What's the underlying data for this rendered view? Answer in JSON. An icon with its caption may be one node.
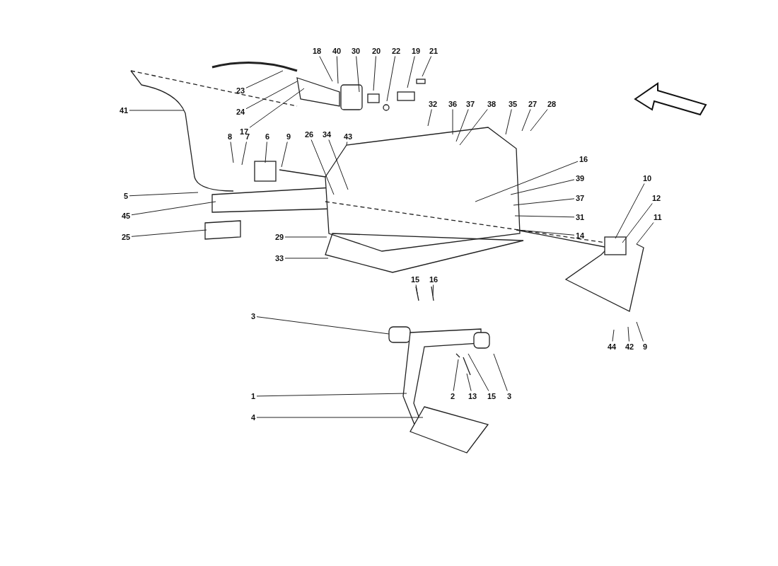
{
  "diagram": {
    "nodes": [
      {
        "text": [
          "18"
        ]
      },
      {
        "text": [
          "40"
        ]
      },
      {
        "text": [
          "30"
        ]
      },
      {
        "text": [
          "20"
        ]
      },
      {
        "text": [
          "22"
        ]
      },
      {
        "text": [
          "19"
        ]
      },
      {
        "text": [
          "21"
        ]
      },
      {
        "text": [
          "23"
        ]
      },
      {
        "text": [
          "24"
        ]
      },
      {
        "text": [
          "17"
        ]
      },
      {
        "text": [
          "41"
        ]
      },
      {
        "text": [
          "32"
        ]
      },
      {
        "text": [
          "36"
        ]
      },
      {
        "text": [
          "37"
        ]
      },
      {
        "text": [
          "38"
        ]
      },
      {
        "text": [
          "35"
        ]
      },
      {
        "text": [
          "27"
        ]
      },
      {
        "text": [
          "28"
        ]
      },
      {
        "text": [
          "8"
        ]
      },
      {
        "text": [
          "7"
        ]
      },
      {
        "text": [
          "6"
        ]
      },
      {
        "text": [
          "9"
        ]
      },
      {
        "text": [
          "26"
        ]
      },
      {
        "text": [
          "34"
        ]
      },
      {
        "text": [
          "43"
        ]
      },
      {
        "text": [
          "16"
        ]
      },
      {
        "text": [
          "39"
        ]
      },
      {
        "text": [
          "37"
        ]
      },
      {
        "text": [
          "31"
        ]
      },
      {
        "text": [
          "14"
        ]
      },
      {
        "text": [
          "10"
        ]
      },
      {
        "text": [
          "12"
        ]
      },
      {
        "text": [
          "11"
        ]
      },
      {
        "text": [
          "5"
        ]
      },
      {
        "text": [
          "45"
        ]
      },
      {
        "text": [
          "25"
        ]
      },
      {
        "text": [
          "29"
        ]
      },
      {
        "text": [
          "33"
        ]
      },
      {
        "text": [
          "15"
        ]
      },
      {
        "text": [
          "16"
        ]
      },
      {
        "text": [
          "3"
        ]
      },
      {
        "text": [
          "44"
        ]
      },
      {
        "text": [
          "42"
        ]
      },
      {
        "text": [
          "9"
        ]
      },
      {
        "text": [
          "2"
        ]
      },
      {
        "text": [
          "13"
        ]
      },
      {
        "text": [
          "15"
        ]
      },
      {
        "text": [
          "3"
        ]
      },
      {
        "text": [
          "1"
        ]
      },
      {
        "text": [
          "4"
        ]
      }
    ],
    "edges": [
      {
        "from": 0,
        "to": null,
        "arrow": "none"
      },
      {
        "from": 1,
        "to": null,
        "arrow": "none"
      },
      {
        "from": 2,
        "to": null,
        "arrow": "none"
      },
      {
        "from": 3,
        "to": null,
        "arrow": "none"
      },
      {
        "from": 4,
        "to": null,
        "arrow": "none"
      },
      {
        "from": 5,
        "to": null,
        "arrow": "none"
      },
      {
        "from": 6,
        "to": null,
        "arrow": "none"
      },
      {
        "from": 7,
        "to": null,
        "arrow": "none"
      },
      {
        "from": 8,
        "to": null,
        "arrow": "none"
      },
      {
        "from": 9,
        "to": null,
        "arrow": "none"
      },
      {
        "from": 10,
        "to": null,
        "arrow": "none"
      },
      {
        "from": 11,
        "to": null,
        "arrow": "none"
      },
      {
        "from": 12,
        "to": null,
        "arrow": "none"
      },
      {
        "from": 13,
        "to": null,
        "arrow": "none"
      },
      {
        "from": 14,
        "to": null,
        "arrow": "none"
      },
      {
        "from": 15,
        "to": null,
        "arrow": "none"
      },
      {
        "from": 16,
        "to": null,
        "arrow": "none"
      },
      {
        "from": 17,
        "to": null,
        "arrow": "none"
      },
      {
        "from": 18,
        "to": null,
        "arrow": "none"
      },
      {
        "from": 19,
        "to": null,
        "arrow": "none"
      },
      {
        "from": 20,
        "to": null,
        "arrow": "none"
      },
      {
        "from": 21,
        "to": null,
        "arrow": "none"
      },
      {
        "from": 22,
        "to": null,
        "arrow": "none"
      },
      {
        "from": 23,
        "to": null,
        "arrow": "none"
      },
      {
        "from": 24,
        "to": null,
        "arrow": "none"
      },
      {
        "from": 25,
        "to": null,
        "arrow": "none"
      },
      {
        "from": 26,
        "to": null,
        "arrow": "none"
      },
      {
        "from": 27,
        "to": null,
        "arrow": "none"
      },
      {
        "from": 28,
        "to": null,
        "arrow": "none"
      },
      {
        "from": 29,
        "to": null,
        "arrow": "none"
      },
      {
        "from": 30,
        "to": null,
        "arrow": "none"
      },
      {
        "from": 31,
        "to": null,
        "arrow": "none"
      },
      {
        "from": 32,
        "to": null,
        "arrow": "none"
      },
      {
        "from": 33,
        "to": null,
        "arrow": "none"
      },
      {
        "from": 34,
        "to": null,
        "arrow": "none"
      },
      {
        "from": 35,
        "to": null,
        "arrow": "none"
      },
      {
        "from": 36,
        "to": null,
        "arrow": "none"
      },
      {
        "from": 37,
        "to": null,
        "arrow": "none"
      },
      {
        "from": 38,
        "to": null,
        "arrow": "none"
      },
      {
        "from": 39,
        "to": null,
        "arrow": "none"
      },
      {
        "from": 40,
        "to": null,
        "arrow": "none"
      },
      {
        "from": 41,
        "to": null,
        "arrow": "none"
      },
      {
        "from": 42,
        "to": null,
        "arrow": "none"
      },
      {
        "from": 43,
        "to": null,
        "arrow": "none"
      },
      {
        "from": 44,
        "to": null,
        "arrow": "none"
      },
      {
        "from": 45,
        "to": null,
        "arrow": "none"
      },
      {
        "from": 46,
        "to": null,
        "arrow": "none"
      },
      {
        "from": 47,
        "to": null,
        "arrow": "none"
      },
      {
        "from": 48,
        "to": null,
        "arrow": "none"
      },
      {
        "from": 49,
        "to": null,
        "arrow": "none"
      }
    ]
  }
}
